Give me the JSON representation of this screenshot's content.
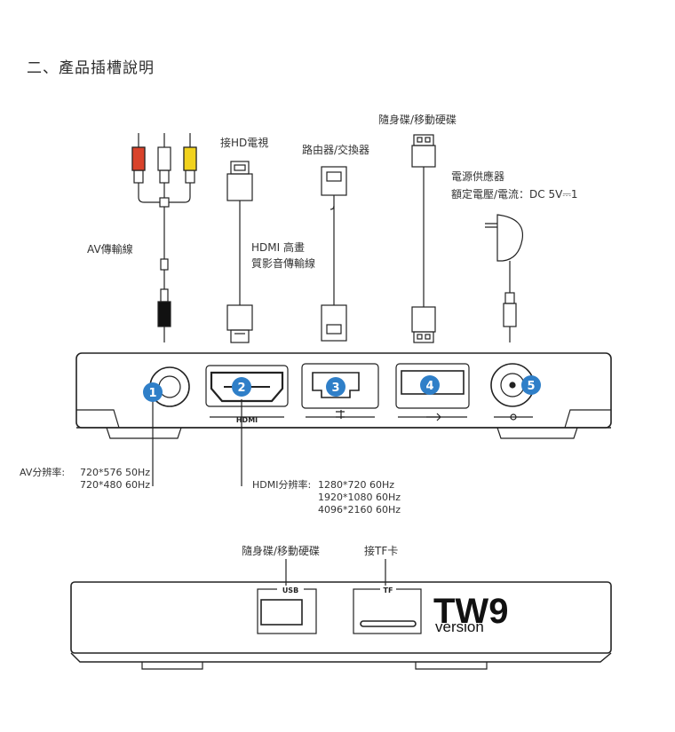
{
  "section_title": "二、產品插槽說明",
  "cables": {
    "hd_tv": "接HD電視",
    "router": "路由器/交換器",
    "usb_drive": "隨身碟/移動硬碟",
    "power_line1": "電源供應器",
    "power_line2": "額定電壓/電流：DC 5V⎓1",
    "av_cable": "AV傳輸線",
    "hdmi_line1": "HDMI 高畫",
    "hdmi_line2": "質影音傳輸線"
  },
  "ports": [
    {
      "number": "1",
      "name": "AV"
    },
    {
      "number": "2",
      "name": "HDMI"
    },
    {
      "number": "3",
      "name": "LAN"
    },
    {
      "number": "4",
      "name": "USB"
    },
    {
      "number": "5",
      "name": "DC"
    }
  ],
  "port_labels": {
    "hdmi": "HDMI"
  },
  "av_resolution": {
    "label": "AV分辨率:",
    "values": [
      "720*576  50Hz",
      "720*480  60Hz"
    ]
  },
  "hdmi_resolution": {
    "label": "HDMI分辨率:",
    "values": [
      "1280*720   60Hz",
      "1920*1080  60Hz",
      "4096*2160  60Hz"
    ]
  },
  "front": {
    "usb_label": "隨身碟/移動硬碟",
    "tf_label": "接TF卡",
    "usb_tag": "USB",
    "tf_tag": "TF",
    "brand_model": "TW9",
    "brand_version": "version"
  },
  "colors": {
    "badge": "#2f7fc8",
    "rca_red": "#d9432b",
    "rca_yellow": "#f1d21e",
    "outline": "#222222"
  }
}
